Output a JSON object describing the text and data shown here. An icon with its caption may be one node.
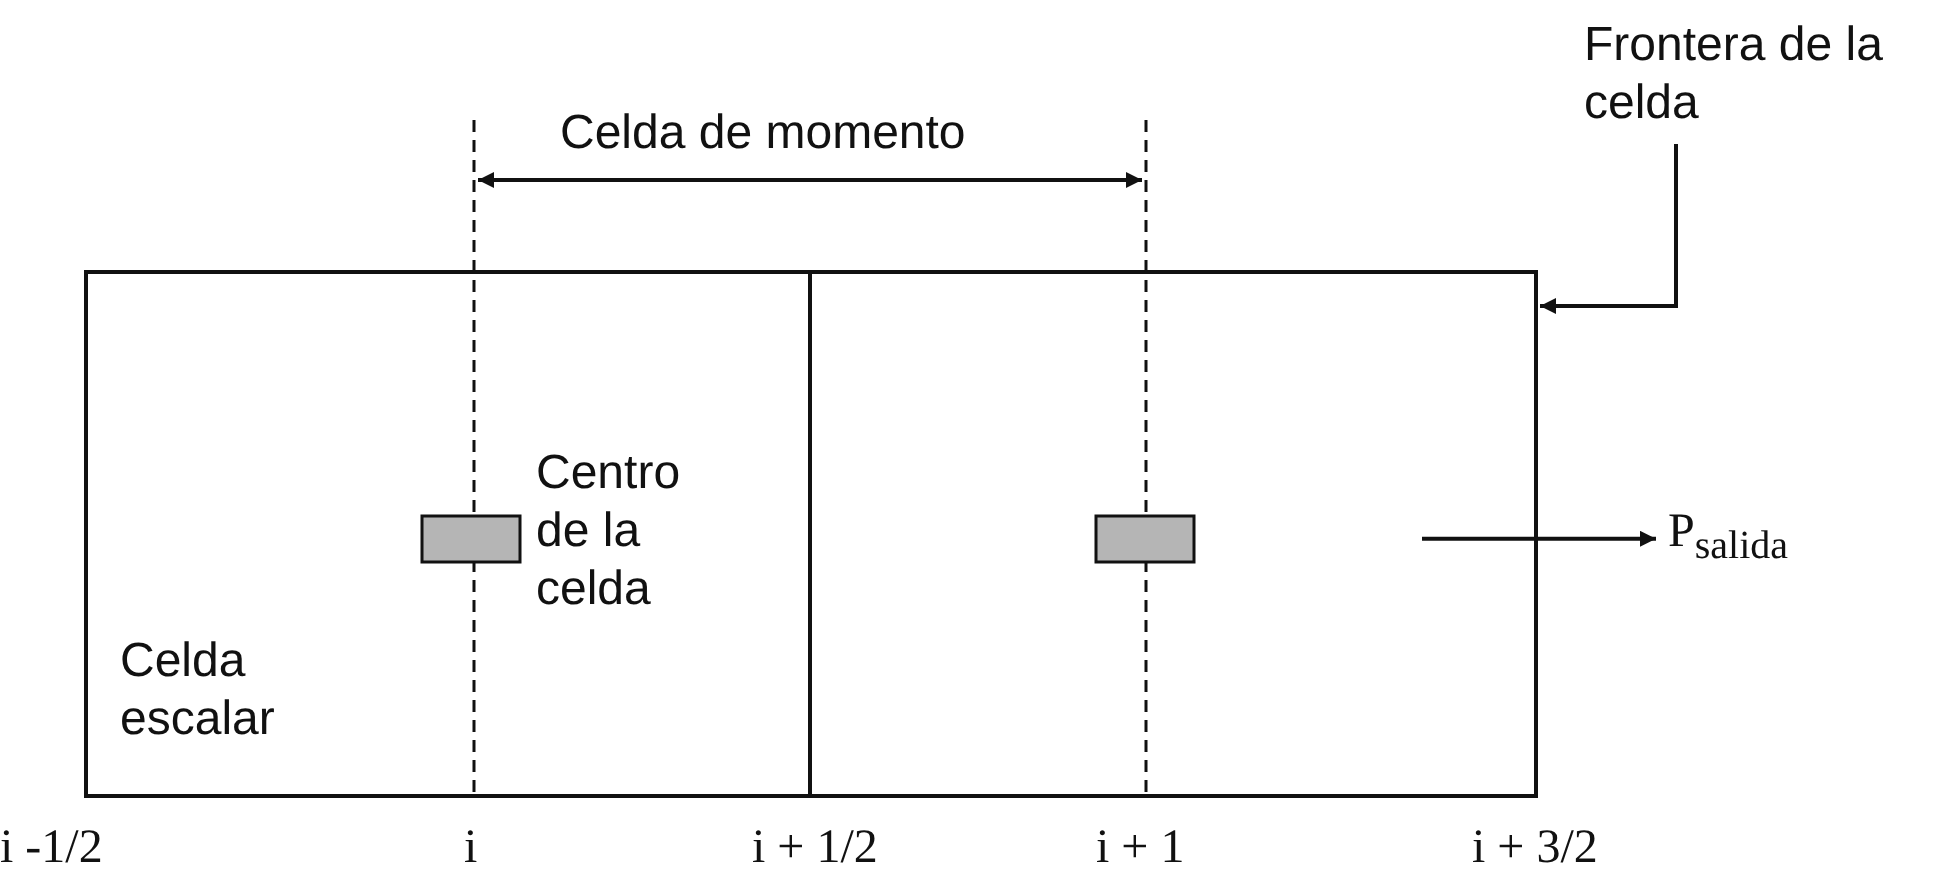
{
  "diagram": {
    "nodes": [
      {
        "text": [
          "Frontera de la celda"
        ]
      },
      {
        "text": [],
        "shape": "box"
      },
      {
        "text": [
          "P$_{salida}$"
        ]
      }
    ],
    "edges": [
      {
        "from": 0,
        "to": 1,
        "arrow": "to"
      },
      {
        "from": 1,
        "to": 2,
        "arrow": "to"
      }
    ],
    "labels": [
      "Celda de momento",
      "Centro de la celda",
      "Celda escalar",
      "i -1/2",
      "i",
      "i + 1/2",
      "i + 1",
      "i + 3/2"
    ]
  }
}
